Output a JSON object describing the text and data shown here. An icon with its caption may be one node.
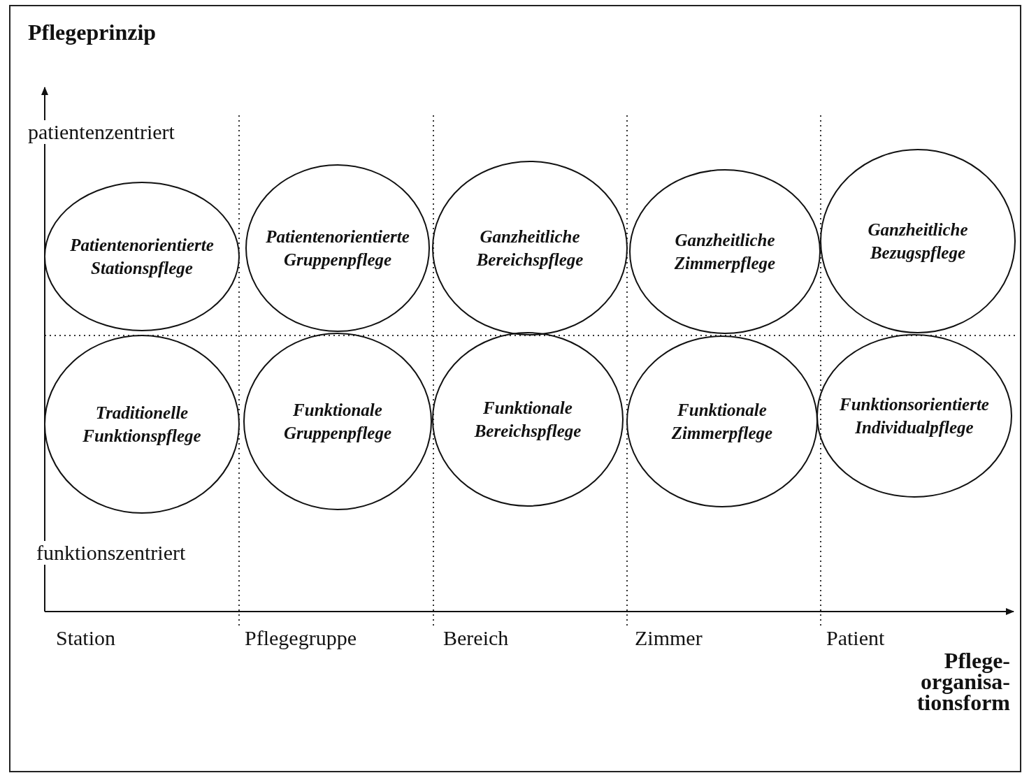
{
  "diagram": {
    "nodes": [
      {
        "text": [
          "Patientenorientierte Stationspflege"
        ]
      },
      {
        "text": [
          "Patientenorientierte Gruppenpflege"
        ]
      },
      {
        "text": [
          "Ganzheitliche Bereichspflege"
        ]
      },
      {
        "text": [
          "Ganzheitliche Zimmerpflege"
        ]
      },
      {
        "text": [
          "Ganzheitliche Bezugspflege"
        ]
      },
      {
        "text": [
          "Traditionelle Funktionspflege"
        ]
      },
      {
        "text": [
          "Funktionale Gruppenpflege"
        ]
      },
      {
        "text": [
          "Funktionale Bereichspflege"
        ]
      },
      {
        "text": [
          "Funktionale Zimmerpflege"
        ]
      },
      {
        "text": [
          "Funktionsorientierte Individualpflege"
        ]
      }
    ],
    "edges": [],
    "labels": [
      "Pflegeprinzip",
      "patientenzentriert",
      "funktionszentriert",
      "Station",
      "Pflegegruppe",
      "Bereich",
      "Zimmer",
      "Patient",
      "Pflege- organisa- tionsform"
    ]
  }
}
